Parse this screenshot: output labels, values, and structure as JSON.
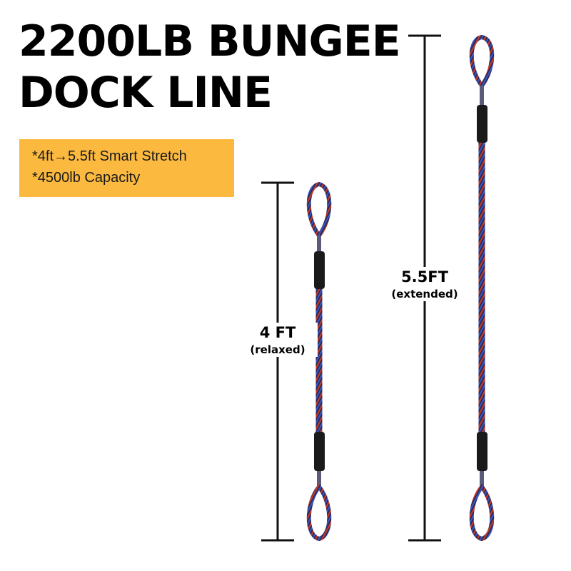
{
  "title": {
    "line1": "2200LB BUNGEE",
    "line2": "DOCK LINE"
  },
  "features": {
    "background": "#fbb93f",
    "items": [
      "*4ft→5.5ft Smart Stretch",
      "*4500lb Capacity"
    ]
  },
  "measurements": {
    "relaxed": {
      "value": "4 FT",
      "note": "(relaxed)"
    },
    "extended": {
      "value": "5.5FT",
      "note": "(extended)"
    }
  },
  "colors": {
    "rope_base": "#2b2a55",
    "rope_red": "#c43a2a",
    "rope_blue": "#3a58c8",
    "sleeve": "#1a1a1a"
  }
}
